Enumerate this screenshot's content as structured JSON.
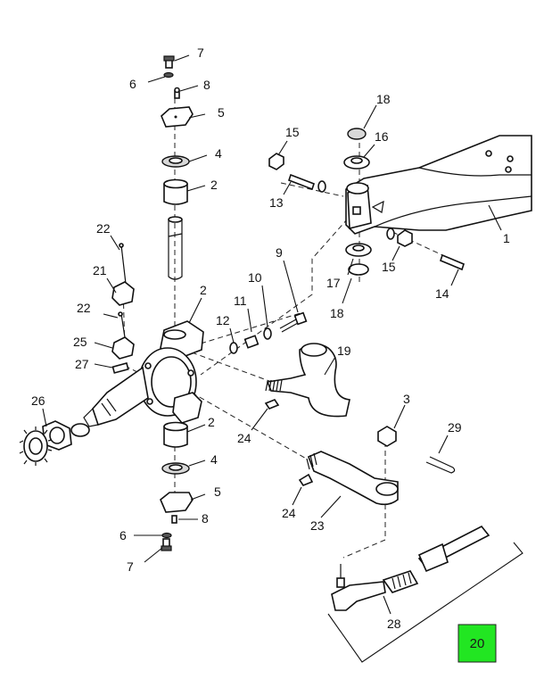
{
  "diagram": {
    "callouts": [
      {
        "id": "c7a",
        "text": "7"
      },
      {
        "id": "c6a",
        "text": "6"
      },
      {
        "id": "c8a",
        "text": "8"
      },
      {
        "id": "c5a",
        "text": "5"
      },
      {
        "id": "c4a",
        "text": "4"
      },
      {
        "id": "c2a",
        "text": "2"
      },
      {
        "id": "c22a",
        "text": "22"
      },
      {
        "id": "c21",
        "text": "21"
      },
      {
        "id": "c2b",
        "text": "2"
      },
      {
        "id": "c22b",
        "text": "22"
      },
      {
        "id": "c25",
        "text": "25"
      },
      {
        "id": "c27",
        "text": "27"
      },
      {
        "id": "c26",
        "text": "26"
      },
      {
        "id": "c2c",
        "text": "2"
      },
      {
        "id": "c4b",
        "text": "4"
      },
      {
        "id": "c5b",
        "text": "5"
      },
      {
        "id": "c8b",
        "text": "8"
      },
      {
        "id": "c6b",
        "text": "6"
      },
      {
        "id": "c7b",
        "text": "7"
      },
      {
        "id": "c12",
        "text": "12"
      },
      {
        "id": "c11",
        "text": "11"
      },
      {
        "id": "c10",
        "text": "10"
      },
      {
        "id": "c9",
        "text": "9"
      },
      {
        "id": "c19",
        "text": "19"
      },
      {
        "id": "c24a",
        "text": "24"
      },
      {
        "id": "c24b",
        "text": "24"
      },
      {
        "id": "c23",
        "text": "23"
      },
      {
        "id": "c3",
        "text": "3"
      },
      {
        "id": "c29",
        "text": "29"
      },
      {
        "id": "c28",
        "text": "28"
      },
      {
        "id": "c15a",
        "text": "15"
      },
      {
        "id": "c13",
        "text": "13"
      },
      {
        "id": "c18a",
        "text": "18"
      },
      {
        "id": "c16",
        "text": "16"
      },
      {
        "id": "c1",
        "text": "1"
      },
      {
        "id": "c17",
        "text": "17"
      },
      {
        "id": "c18b",
        "text": "18"
      },
      {
        "id": "c15b",
        "text": "15"
      },
      {
        "id": "c14",
        "text": "14"
      }
    ],
    "badge": {
      "text": "20",
      "color": "#22e622"
    }
  }
}
